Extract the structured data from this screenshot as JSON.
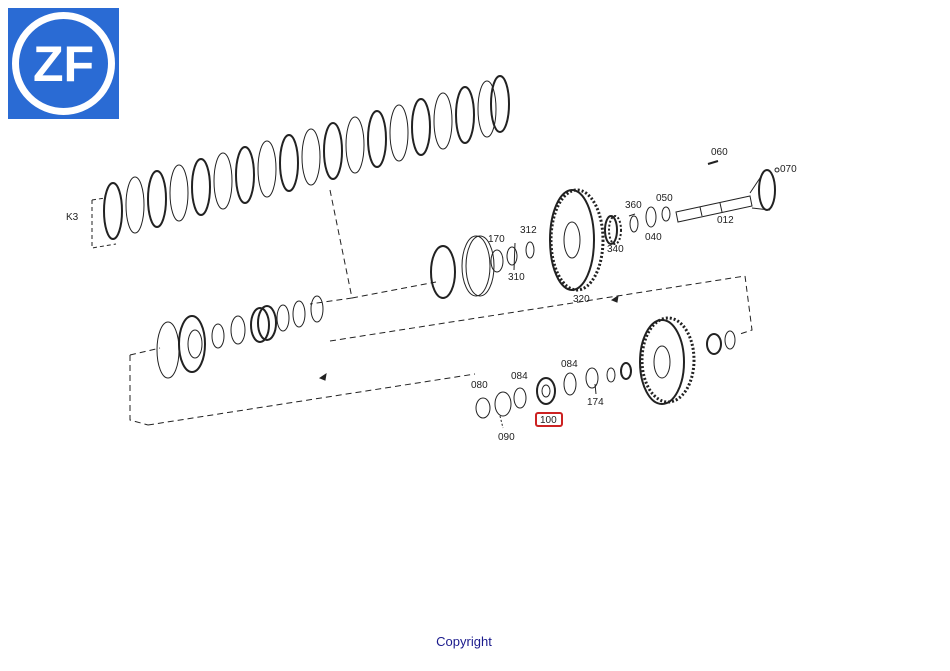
{
  "logo": {
    "text": "ZF",
    "background": "#2a6bd4"
  },
  "labels": {
    "k3": "K3",
    "p060": "060",
    "p070": "070",
    "p012": "012",
    "p050": "050",
    "p040": "040",
    "p360": "360",
    "p340": "340",
    "p312": "312",
    "p170": "170",
    "p310": "310",
    "p320": "320",
    "p084a": "084",
    "p084b": "084",
    "p080": "080",
    "p090": "090",
    "p100": "100",
    "p174": "174"
  },
  "highlight_color": "#cc2222",
  "copyright": "Copyright"
}
